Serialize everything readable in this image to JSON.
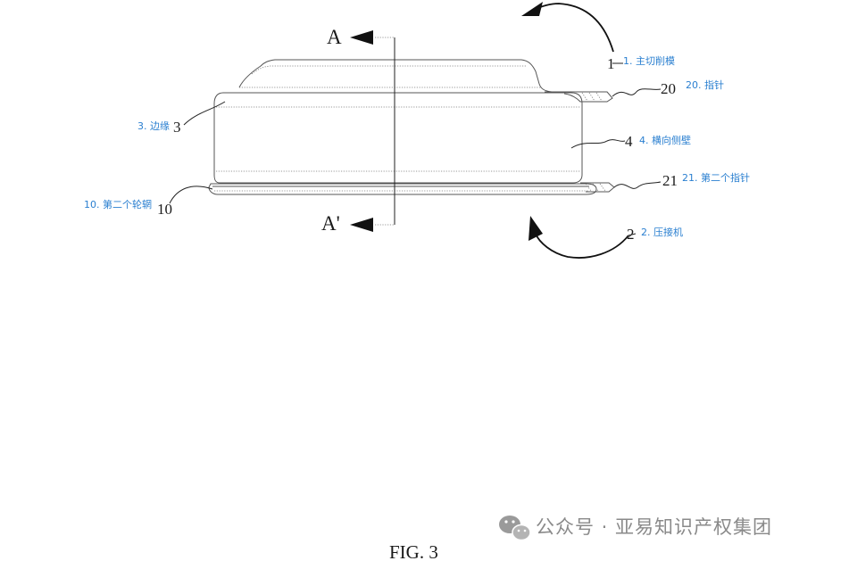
{
  "figure": {
    "caption": "FIG. 3",
    "section_top": "A",
    "section_bottom": "A'"
  },
  "labels": [
    {
      "id": "main-die",
      "num": "1",
      "text": "1. 主切削模"
    },
    {
      "id": "pointer",
      "num": "20",
      "text": "20. 指针"
    },
    {
      "id": "edge",
      "num": "3",
      "text": "3. 边缘"
    },
    {
      "id": "side-wall",
      "num": "4",
      "text": "4. 横向侧壁"
    },
    {
      "id": "second-pointer",
      "num": "21",
      "text": "21. 第二个指针"
    },
    {
      "id": "second-rim",
      "num": "10",
      "text": "10. 第二个轮辋"
    },
    {
      "id": "press",
      "num": "2",
      "text": "2. 压接机"
    }
  ],
  "watermark": {
    "icon": "wechat-icon",
    "text": "公众号 · 亚易知识产权集团"
  },
  "colors": {
    "annotation": "#2a7fd0",
    "drawing": "#555555",
    "watermark": "#8a8a8a"
  }
}
